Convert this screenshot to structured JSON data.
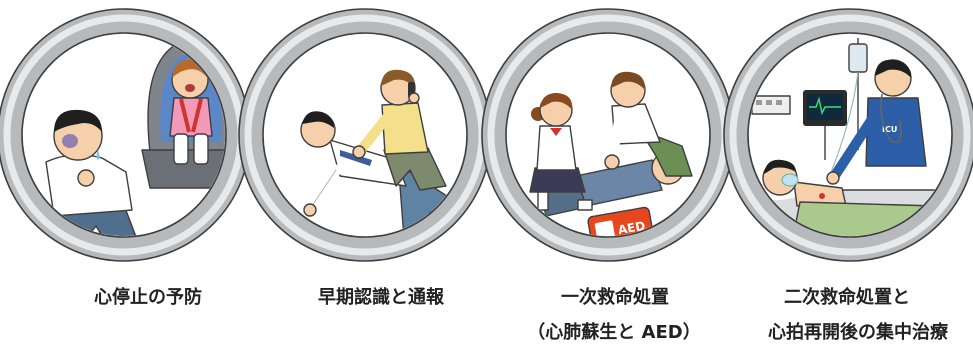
{
  "stages": [
    {
      "caption": [
        "心停止の予防"
      ]
    },
    {
      "caption": [
        "早期認識と通報"
      ]
    },
    {
      "caption": [
        "一次救命処置",
        "（心肺蘇生と AED）"
      ]
    },
    {
      "caption": [
        "二次救命処置と",
        "心拍再開後の集中治療"
      ]
    }
  ],
  "illustration_text": {
    "aed_label": "AED",
    "shirt_label": "ICU"
  },
  "colors": {
    "ring": "#b7babd",
    "ring_highlight": "#e7e9eb",
    "aed": "#e8471e",
    "scrub": "#2d5ea8",
    "blanket": "#a9c98d"
  }
}
